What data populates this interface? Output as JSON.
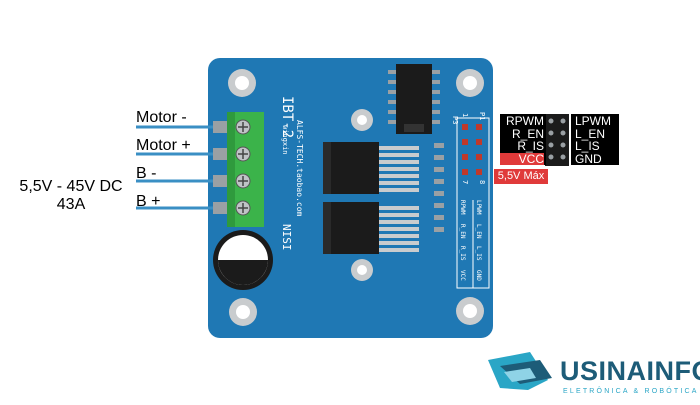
{
  "terminal_labels": {
    "motor_minus": "Motor -",
    "motor_plus": "Motor +",
    "b_minus": "B -",
    "b_plus": "B +"
  },
  "power_spec": {
    "voltage": "5,5V - 45V DC",
    "current": "43A"
  },
  "board_silkscreen": {
    "model": "IBT-2",
    "brand_small": "wingxin",
    "website": "ALFS-TECH.taobao.com",
    "name": "NISI",
    "header_p1": "P1",
    "header_p3": "P3",
    "pin_row_1": "1",
    "pin_row_7": "7",
    "pin_row_8": "8",
    "header_labels": [
      "VCC",
      "R_IS",
      "R_EN",
      "RPWM",
      "GND",
      "L_IS",
      "L_EN",
      "LPWM"
    ]
  },
  "pinout": {
    "left": [
      "RPWM",
      "R_EN",
      "R_IS",
      "VCC"
    ],
    "right": [
      "LPWM",
      "L_EN",
      "L_IS",
      "GND"
    ],
    "voltage_note": "5,5V Máx"
  },
  "brand": {
    "name": "USINAINFO",
    "tagline": "ELETRÔNICA & ROBÓTICA"
  },
  "colors": {
    "pcb": "#1f78b4",
    "terminal_block": "#3bb34a",
    "wire": "#3a8fc4",
    "highlight_red": "#e03a3a",
    "brand_dark": "#1d5c78",
    "brand_light": "#2aa6c6"
  }
}
